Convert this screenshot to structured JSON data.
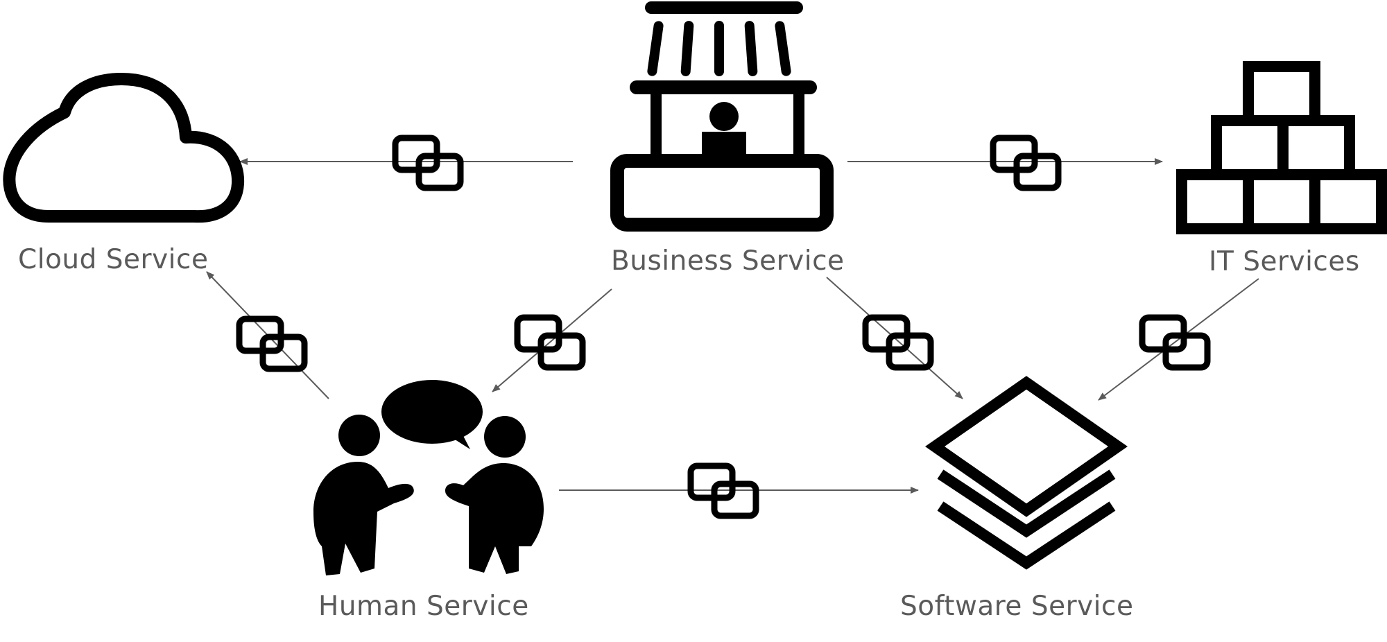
{
  "nodes": {
    "cloud": {
      "label": "Cloud Service",
      "icon": "cloud-icon"
    },
    "business": {
      "label": "Business Service",
      "icon": "market-stall-icon"
    },
    "it": {
      "label": "IT Services",
      "icon": "stacked-boxes-icon"
    },
    "human": {
      "label": "Human Service",
      "icon": "people-talking-icon"
    },
    "software": {
      "label": "Software Service",
      "icon": "layers-icon"
    }
  },
  "connections": [
    {
      "from": "business",
      "to": "cloud",
      "icon": "link-icon"
    },
    {
      "from": "business",
      "to": "it",
      "icon": "link-icon"
    },
    {
      "from": "human",
      "to": "cloud",
      "icon": "link-icon"
    },
    {
      "from": "business",
      "to": "human",
      "icon": "link-icon"
    },
    {
      "from": "business",
      "to": "software",
      "icon": "link-icon"
    },
    {
      "from": "it",
      "to": "software",
      "icon": "link-icon"
    },
    {
      "from": "human",
      "to": "software",
      "icon": "link-icon"
    }
  ],
  "colors": {
    "icon": "#000000",
    "arrow": "#5a5a5a",
    "label": "#5a5a5a"
  }
}
